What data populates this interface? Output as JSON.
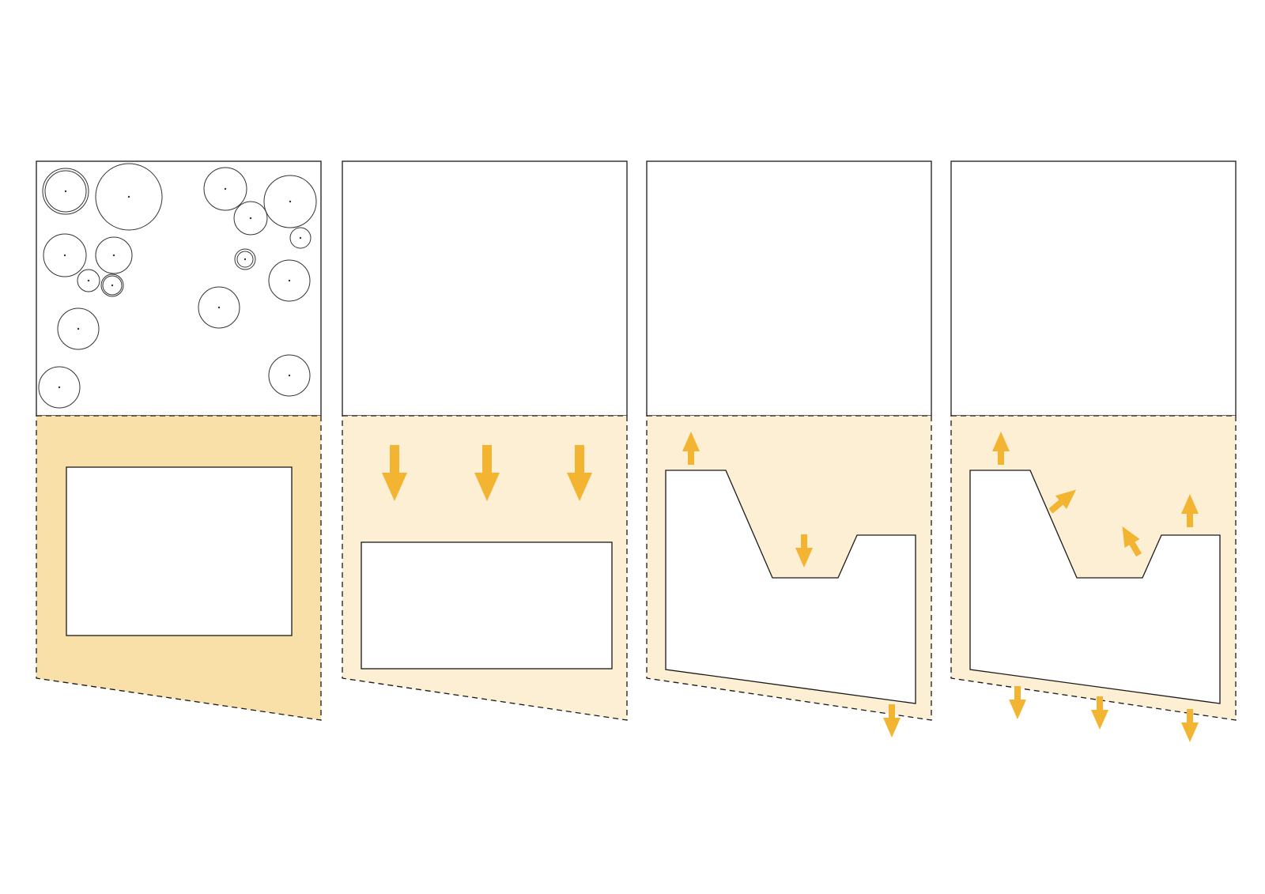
{
  "diagram": {
    "panel_count": 4,
    "colors": {
      "site_fill_strong": "#f9e0a8",
      "site_fill_light": "#fcefd4",
      "arrow": "#f2b431",
      "line": "#1a1a1a",
      "background": "#ffffff"
    },
    "panels": [
      {
        "step": 1,
        "content": "trees-and-building-footprint",
        "tree_count": 17
      },
      {
        "step": 2,
        "content": "footprint-pushed-down",
        "arrow_count": 3
      },
      {
        "step": 3,
        "content": "footprint-carved",
        "arrow_count": 3
      },
      {
        "step": 4,
        "content": "footprint-expanded",
        "arrow_count": 7
      }
    ]
  }
}
